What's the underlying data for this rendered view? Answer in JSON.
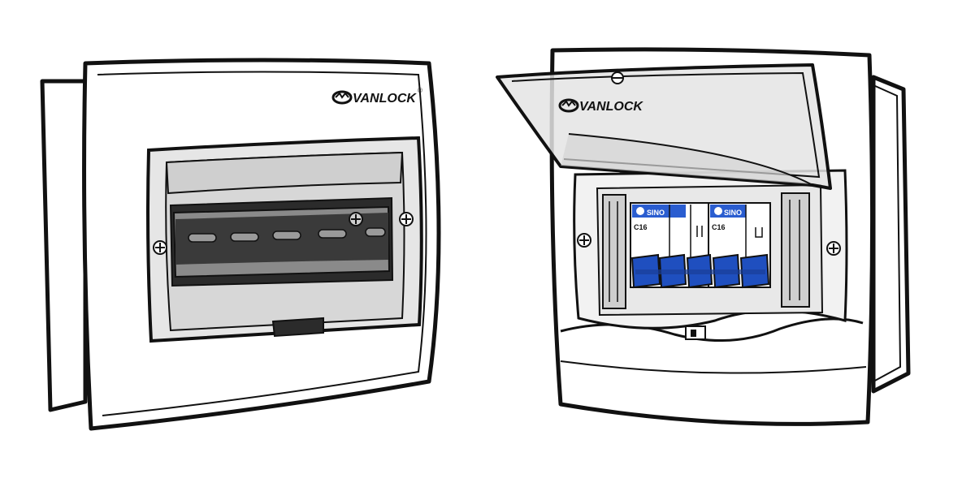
{
  "brand": {
    "name": "VANLOCK",
    "mark": "®"
  },
  "breaker_brand": "SINO",
  "breaker_rating": "C16",
  "colors": {
    "outline": "#111111",
    "body": "#ffffff",
    "panel_gray": "#d7d7d7",
    "rail_dark": "#2b2b2b",
    "rail_slot": "#9a9a9a",
    "lid_tint": "#e4e4e4",
    "breaker_blue": "#1f4fbf",
    "label_blue": "#2a5dd0"
  },
  "icons": {
    "closed_box": "closed-distribution-box-icon",
    "open_box": "open-distribution-box-icon",
    "breaker": "circuit-breaker-icon",
    "screw": "screw-icon"
  }
}
